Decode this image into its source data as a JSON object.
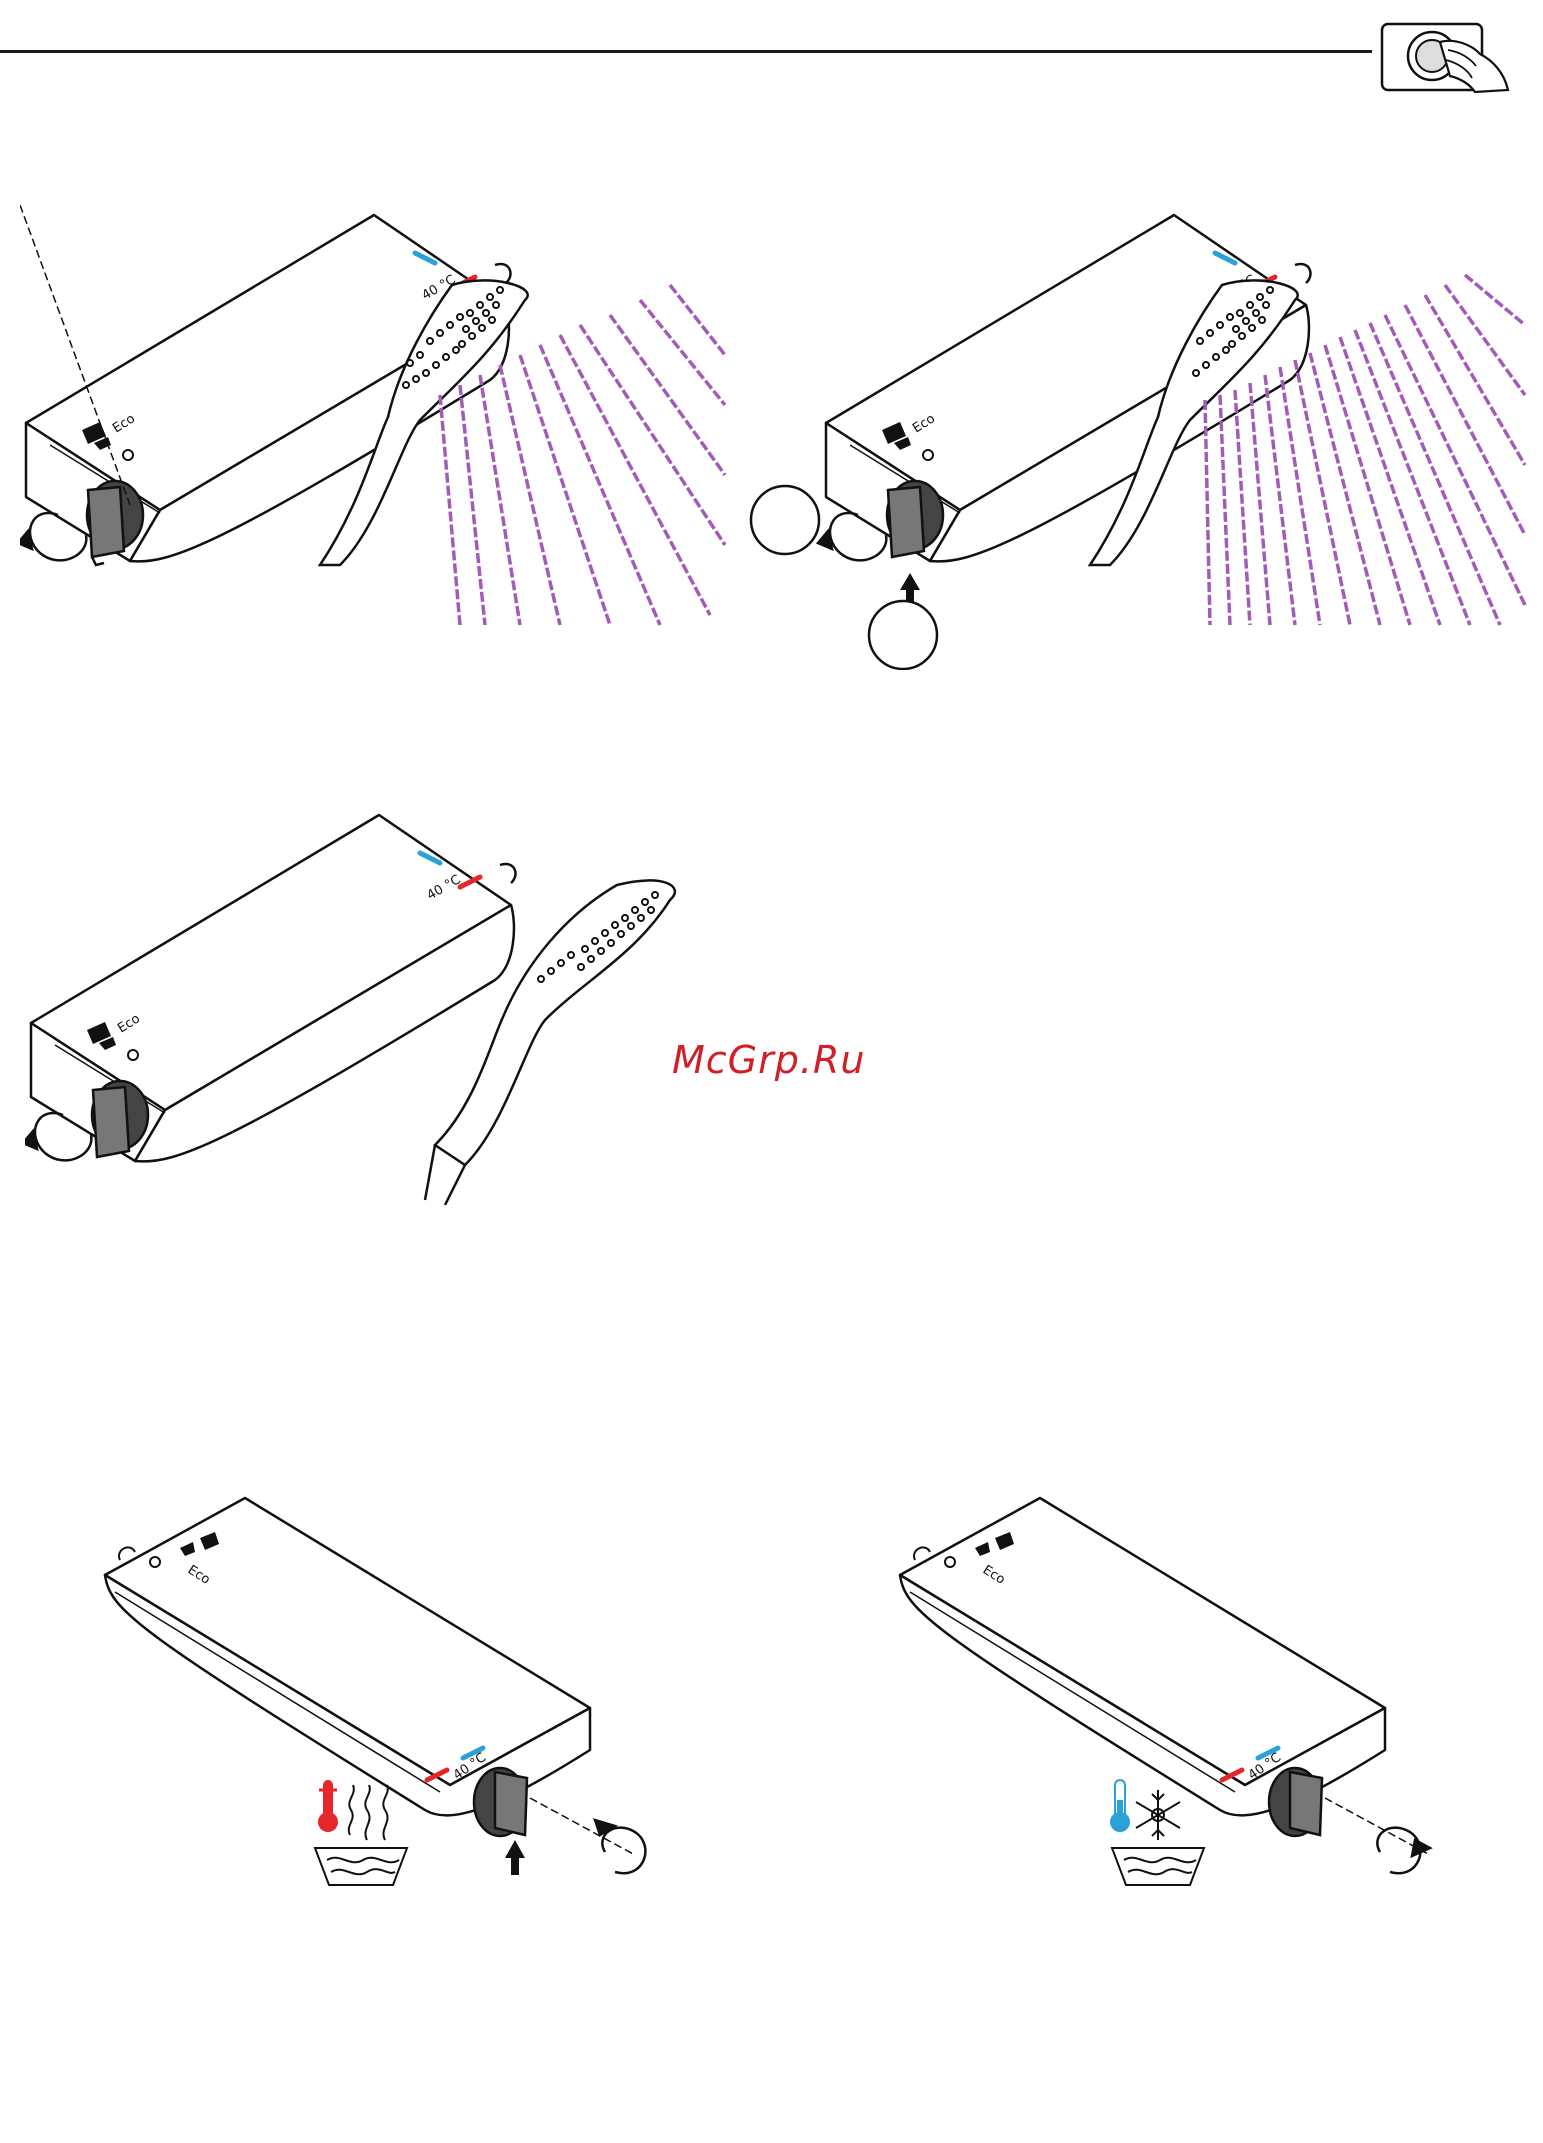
{
  "header": {
    "corner_icon": "hand-turning-thermostat-knob-icon"
  },
  "device": {
    "eco_label": "Eco",
    "temperature_label": "40 °C",
    "temp_value": "40",
    "temp_unit": "°C"
  },
  "colors": {
    "cold_blue": "#2aa1d8",
    "hot_red": "#e5262b",
    "water_spray": "#a45bb8",
    "watermark_red": "#cf1f27",
    "line": "#111111"
  },
  "figures": [
    {
      "id": "fig-1",
      "icons": [
        "thermostat-unit",
        "control-knob",
        "rotate-arrow-icon",
        "hand-shower",
        "water-spray"
      ]
    },
    {
      "id": "fig-2",
      "icons": [
        "thermostat-unit",
        "control-knob",
        "rotate-arrow-icon",
        "push-up-arrow-icon",
        "hand-shower",
        "water-spray",
        "empty-callout-circle",
        "empty-callout-circle"
      ]
    },
    {
      "id": "fig-3",
      "icons": [
        "thermostat-unit",
        "control-knob",
        "rotate-arrow-icon",
        "hand-shower"
      ]
    },
    {
      "id": "fig-4",
      "icons": [
        "thermostat-unit",
        "control-knob",
        "rotate-arrow-icon",
        "push-up-arrow-icon",
        "hot-thermometer-icon",
        "steam-icon",
        "water-basin-icon"
      ]
    },
    {
      "id": "fig-5",
      "icons": [
        "thermostat-unit",
        "control-knob",
        "rotate-arrow-icon",
        "cold-thermometer-icon",
        "snowflake-icon",
        "water-basin-icon"
      ]
    }
  ],
  "watermark": {
    "text": "McGrp.Ru"
  }
}
